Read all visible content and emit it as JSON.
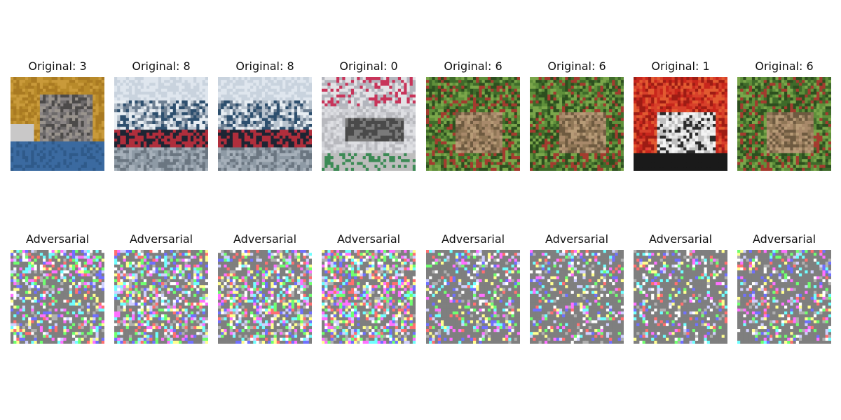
{
  "figure": {
    "rows": [
      {
        "kind": "original",
        "cells": [
          {
            "title": "Original: 3",
            "image": "cat-photo"
          },
          {
            "title": "Original: 8",
            "image": "ship-photo"
          },
          {
            "title": "Original: 8",
            "image": "ship-photo"
          },
          {
            "title": "Original: 0",
            "image": "airplane-poster-photo"
          },
          {
            "title": "Original: 6",
            "image": "frog-photo"
          },
          {
            "title": "Original: 6",
            "image": "frog-photo"
          },
          {
            "title": "Original: 1",
            "image": "car-photo"
          },
          {
            "title": "Original: 6",
            "image": "frog-photo"
          }
        ]
      },
      {
        "kind": "adversarial",
        "cells": [
          {
            "title": "Adversarial",
            "image": "adversarial-noise-cat"
          },
          {
            "title": "Adversarial",
            "image": "adversarial-noise-ship"
          },
          {
            "title": "Adversarial",
            "image": "adversarial-noise-ship"
          },
          {
            "title": "Adversarial",
            "image": "adversarial-noise-airplane"
          },
          {
            "title": "Adversarial",
            "image": "adversarial-noise-frog"
          },
          {
            "title": "Adversarial",
            "image": "adversarial-noise-frog"
          },
          {
            "title": "Adversarial",
            "image": "adversarial-noise-car"
          },
          {
            "title": "Adversarial",
            "image": "adversarial-noise-frog"
          }
        ]
      }
    ]
  }
}
